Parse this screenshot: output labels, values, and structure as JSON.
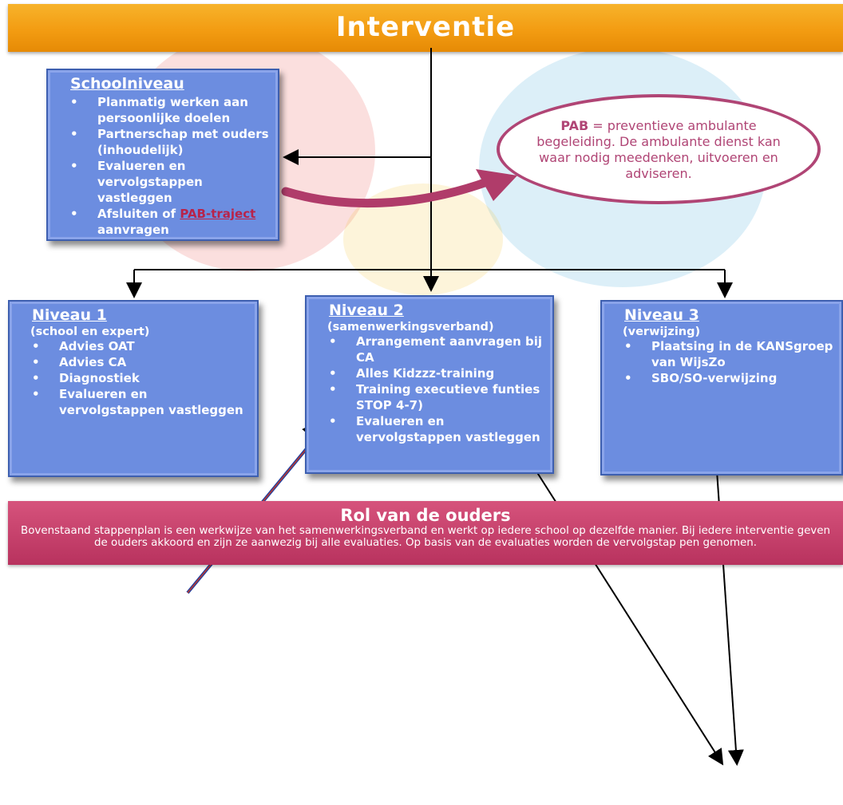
{
  "title": "Interventie",
  "schoolniveau": {
    "heading": "Schoolniveau",
    "items": [
      "Planmatig werken aan persoonlijke doelen",
      "Partnerschap met ouders (inhoudelijk)",
      "Evalueren en vervolgstappen vastleggen"
    ],
    "last_item_prefix": "Afsluiten of ",
    "last_item_link": "PAB-traject",
    "last_item_suffix": " aanvragen"
  },
  "pab": {
    "term": "PAB",
    "definition": " = preventieve ambulante begeleiding. De ambulante dienst kan waar nodig meedenken, uitvoeren en adviseren."
  },
  "niveau1": {
    "heading": "Niveau 1",
    "sub": "(school en expert)",
    "items": [
      "Advies OAT",
      "Advies CA",
      "Diagnostiek",
      "Evalueren en vervolgstappen vastleggen"
    ]
  },
  "niveau2": {
    "heading": "Niveau 2",
    "sub": "(samenwerkingsverband)",
    "items": [
      "Arrangement aanvragen bij CA",
      "Alles Kidzzz-training",
      "Training executieve funties STOP 4-7)",
      "Evalueren en vervolgstappen vastleggen"
    ]
  },
  "niveau3": {
    "heading": "Niveau 3",
    "sub": "(verwijzing)",
    "items": [
      "Plaatsing in de KANSgroep van WijsZo",
      "SBO/SO-verwijzing"
    ]
  },
  "ouders": {
    "heading": "Rol van de ouders",
    "text": "Bovenstaand stappenplan is een werkwijze van het samenwerkingsverband en werkt op iedere school op dezelfde manier. Bij iedere interventie geven de ouders akkoord en zijn ze aanwezig bij alle evaluaties. Op basis van de evaluaties worden de vervolgstap pen genomen."
  },
  "colors": {
    "title_bar": "#f39c12",
    "box_fill": "#6c8de0",
    "ellipse_border": "#b04575",
    "roles_bar": "#c23f6b"
  }
}
